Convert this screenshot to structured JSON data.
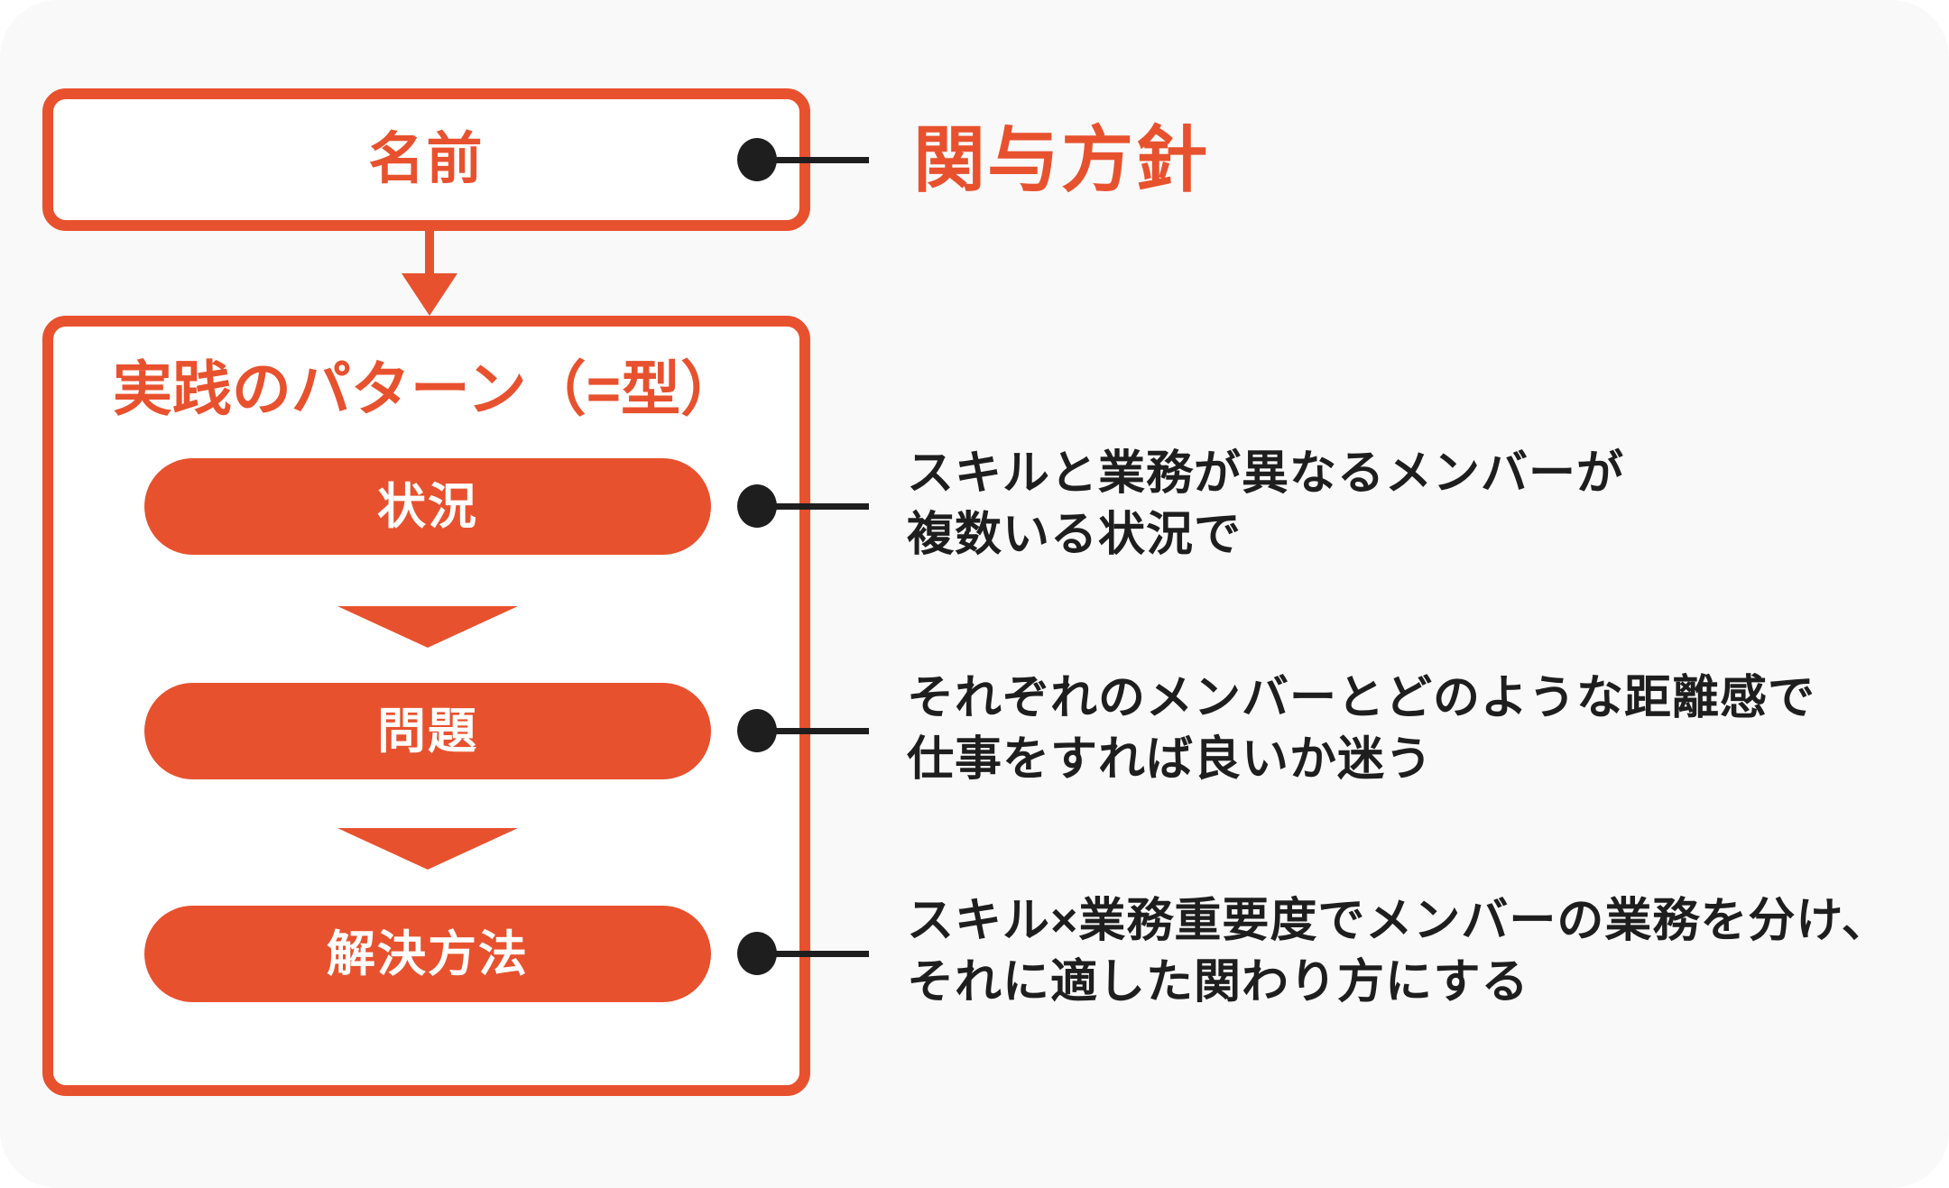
{
  "colors": {
    "accent": "#E8512E",
    "ink": "#1E1E1E",
    "card_background": "#F9F9F9",
    "box_background": "#FFFFFF",
    "pill_text": "#FFFFFF"
  },
  "icons": {
    "connector_dot": "filled-ellipse",
    "flow_arrow": "down-arrow",
    "step_chevron": "down-chevron"
  },
  "diagram": {
    "name_box": {
      "label": "名前"
    },
    "name_annotation": {
      "label": "関与方針"
    },
    "pattern_box": {
      "title": "実践のパターン（=型）",
      "steps": [
        {
          "id": "situation",
          "label": "状況",
          "annotation_lines": [
            "スキルと業務が異なるメンバーが",
            "複数いる状況で"
          ]
        },
        {
          "id": "problem",
          "label": "問題",
          "annotation_lines": [
            "それぞれのメンバーとどのような距離感で",
            "仕事をすれば良いか迷う"
          ]
        },
        {
          "id": "solution",
          "label": "解決方法",
          "annotation_lines": [
            "スキル×業務重要度でメンバーの業務を分け、",
            "それに適した関わり方にする"
          ]
        }
      ]
    }
  }
}
